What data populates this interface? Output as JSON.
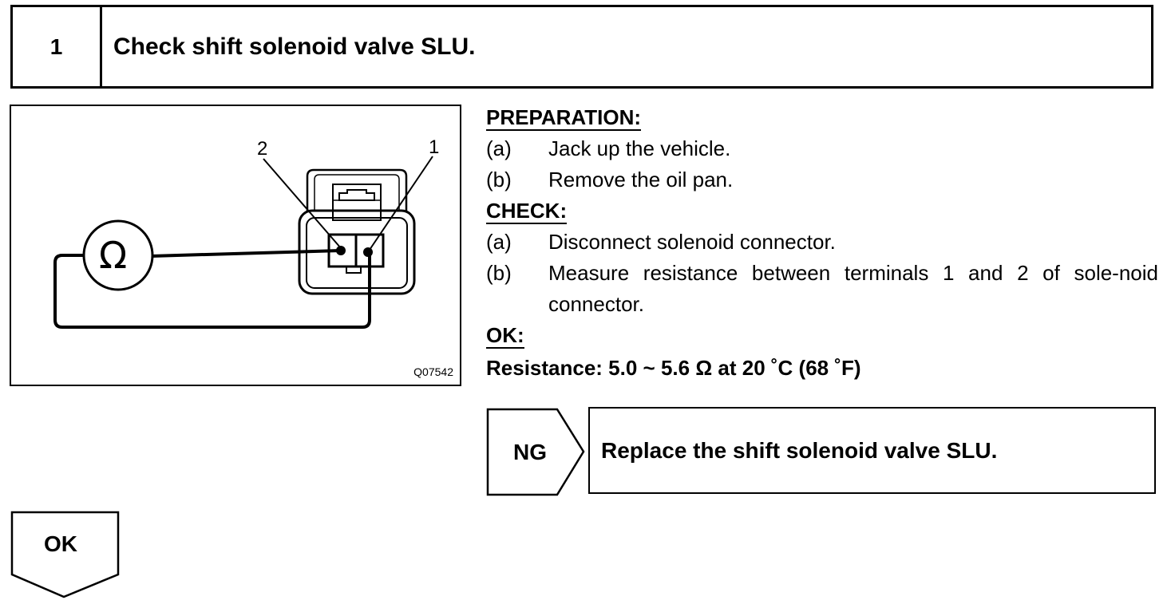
{
  "header": {
    "step_number": "1",
    "title": "Check shift solenoid valve SLU."
  },
  "figure": {
    "id": "Q07542",
    "terminal_label_left": "2",
    "terminal_label_right": "1",
    "meter_symbol": "Ω",
    "icons": [
      "ohmmeter-icon",
      "solenoid-connector-icon"
    ]
  },
  "preparation": {
    "heading": "PREPARATION:",
    "steps": [
      {
        "label": "(a)",
        "text": "Jack up the vehicle."
      },
      {
        "label": "(b)",
        "text": "Remove the oil pan."
      }
    ]
  },
  "check": {
    "heading": "CHECK:",
    "steps": [
      {
        "label": "(a)",
        "text": "Disconnect solenoid connector."
      },
      {
        "label": "(b)",
        "text": "Measure resistance between terminals 1 and 2 of sole-noid connector."
      }
    ]
  },
  "ok_section": {
    "heading": "OK:",
    "result": "Resistance: 5.0 ~ 5.6 Ω at 20 ˚C (68 ˚F)"
  },
  "ng": {
    "label": "NG",
    "action": "Replace the shift solenoid valve SLU."
  },
  "ok_flow": {
    "label": "OK"
  }
}
